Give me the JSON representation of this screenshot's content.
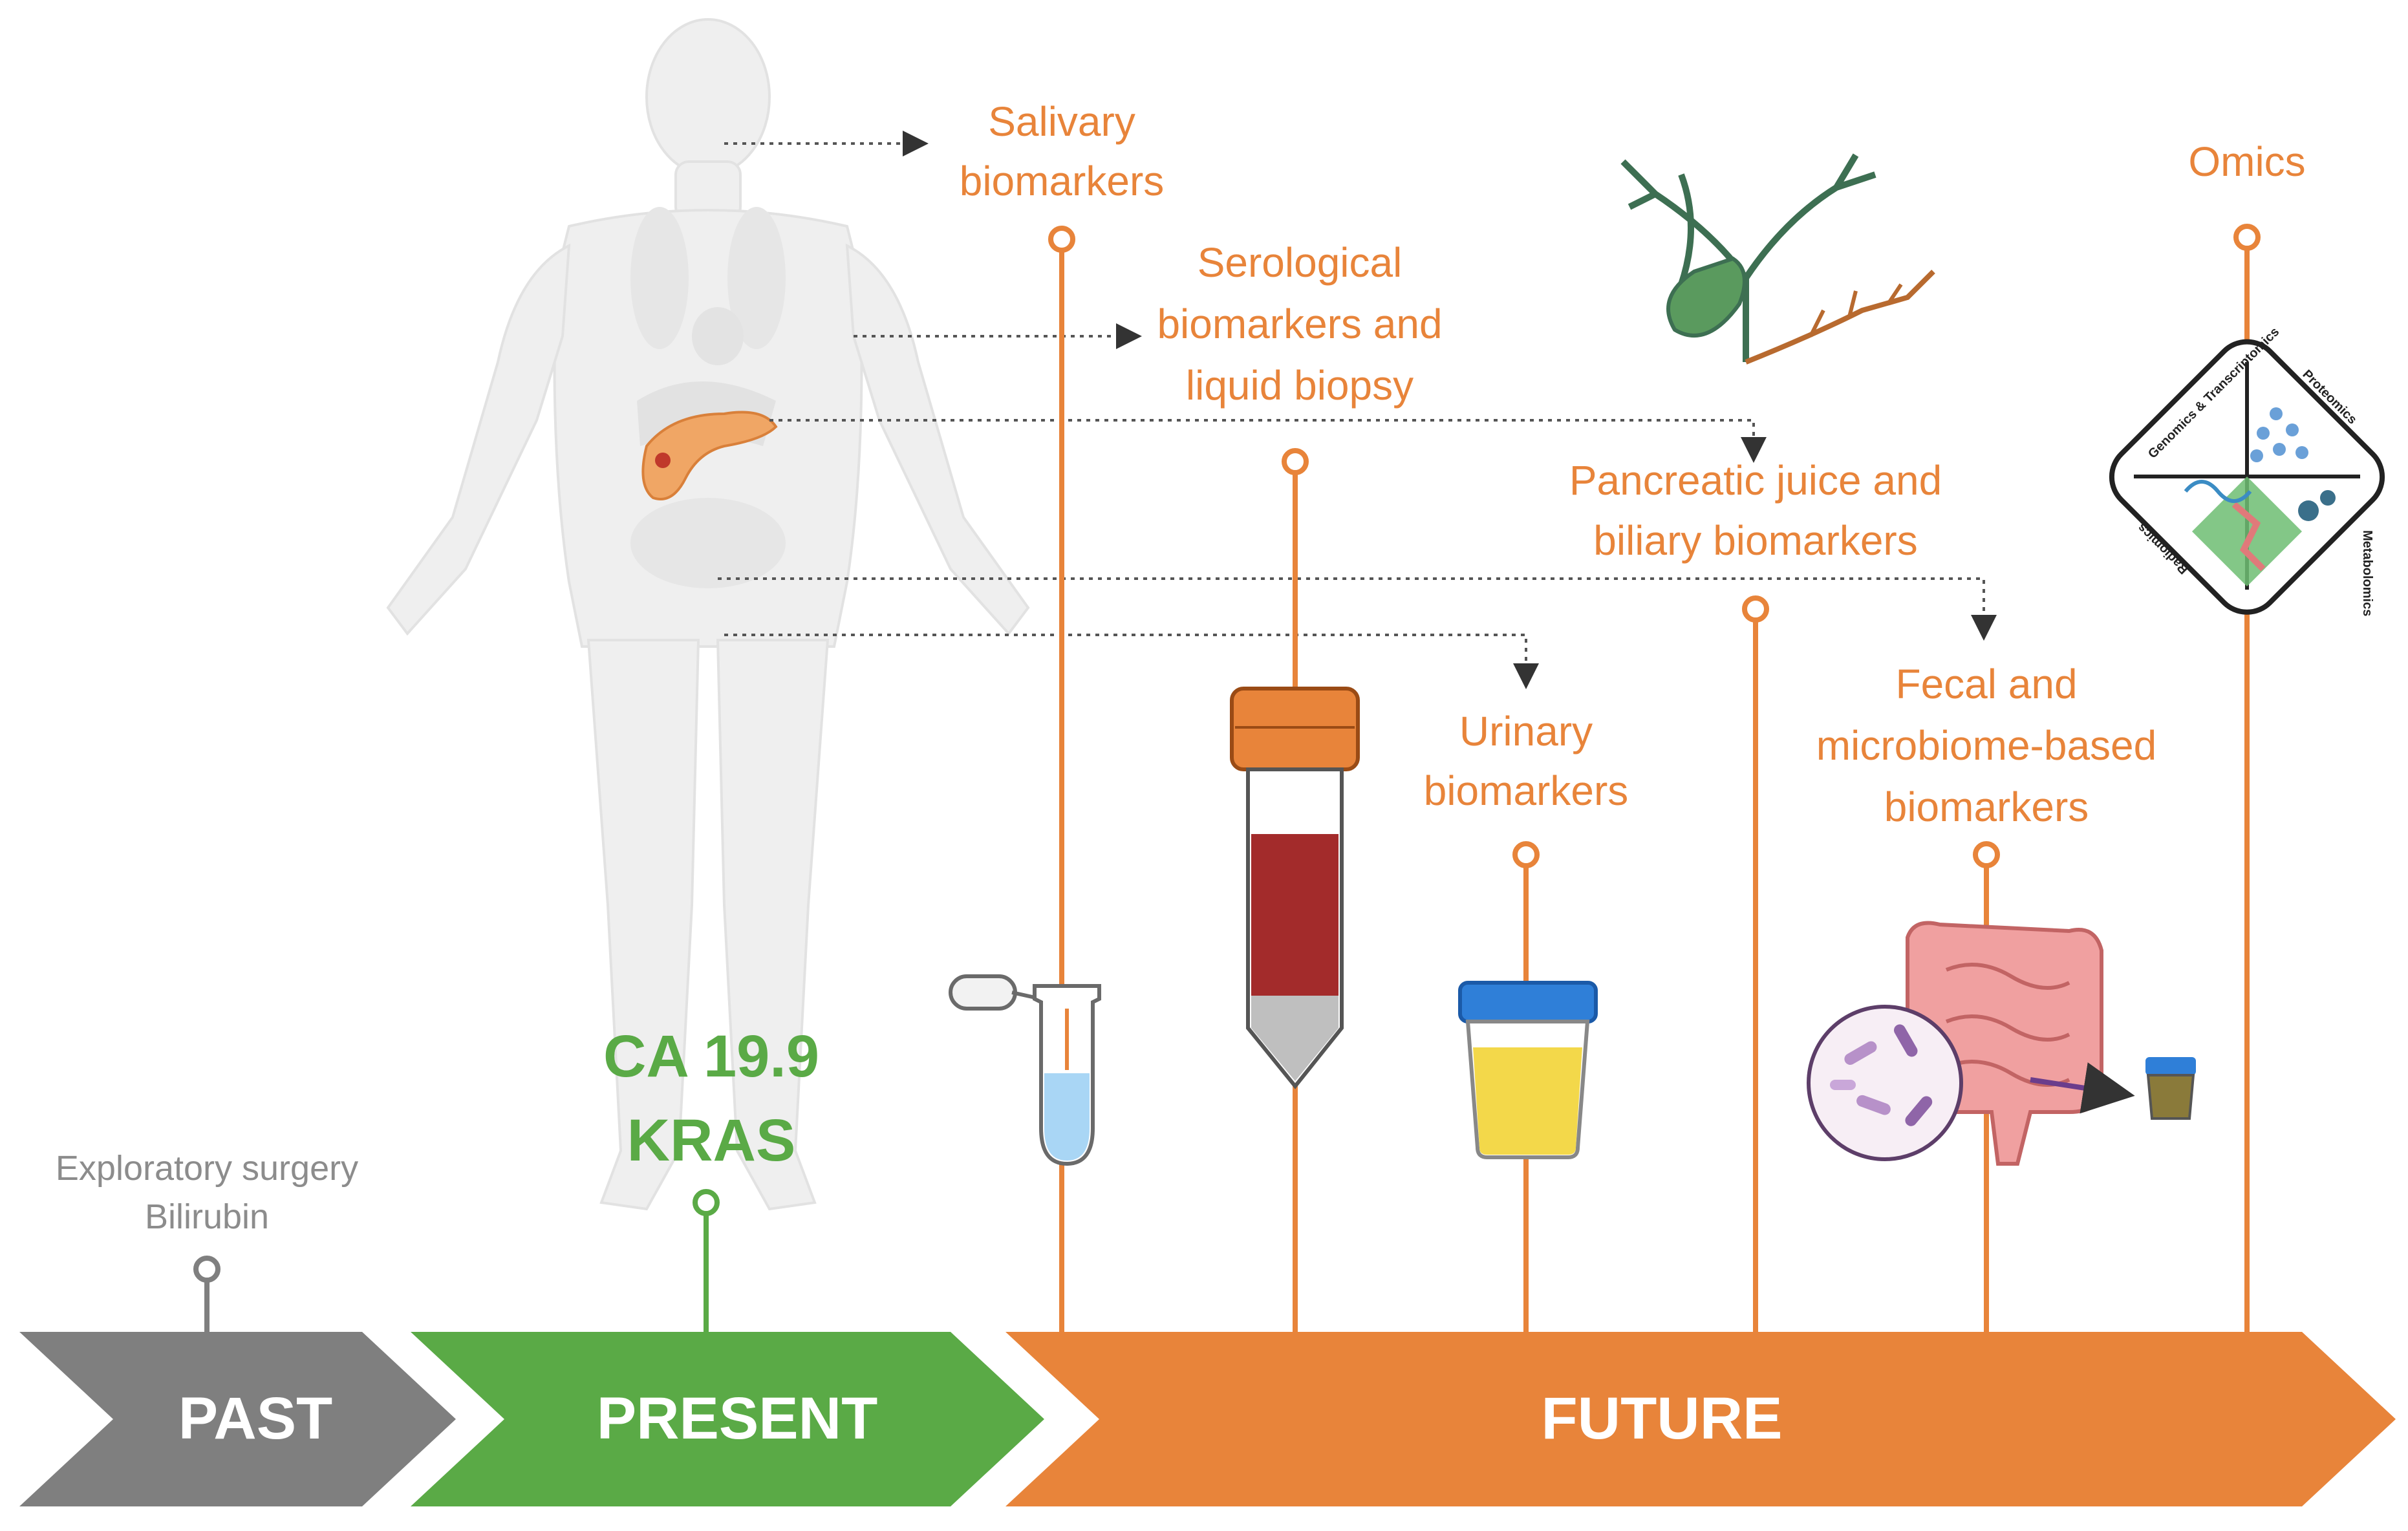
{
  "timeline": {
    "past": {
      "label": "PAST",
      "color": "#7f7f7f"
    },
    "present": {
      "label": "PRESENT",
      "color": "#5aaa46"
    },
    "future": {
      "label": "FUTURE",
      "color": "#e8843a"
    }
  },
  "past_marker": {
    "line1": "Exploratory surgery",
    "line2": "Bilirubin"
  },
  "present_marker": {
    "line1": "CA 19.9",
    "line2": "KRAS"
  },
  "future_markers": [
    {
      "id": "salivary",
      "lines": [
        "Salivary",
        "biomarkers"
      ]
    },
    {
      "id": "serological",
      "lines": [
        "Serological",
        "biomarkers and",
        "liquid biopsy"
      ]
    },
    {
      "id": "urinary",
      "lines": [
        "Urinary",
        "biomarkers"
      ]
    },
    {
      "id": "pancreatic",
      "lines": [
        "Pancreatic juice and",
        "biliary biomarkers"
      ]
    },
    {
      "id": "fecal",
      "lines": [
        "Fecal and",
        "microbiome-based",
        "biomarkers"
      ]
    },
    {
      "id": "omics",
      "lines": [
        "Omics"
      ]
    }
  ],
  "omics_puzzle": {
    "genomics": "Genomics & Transcriptomics",
    "proteomics": "Proteomics",
    "metabolomics": "Metabolomics",
    "radiomics": "Radiomics"
  },
  "colors": {
    "orange": "#e8843a",
    "green": "#5aaa46",
    "grey": "#7f7f7f",
    "blood": "#a32b2b",
    "urine": "#f3d84a",
    "cap_blue": "#2f7fd8"
  }
}
